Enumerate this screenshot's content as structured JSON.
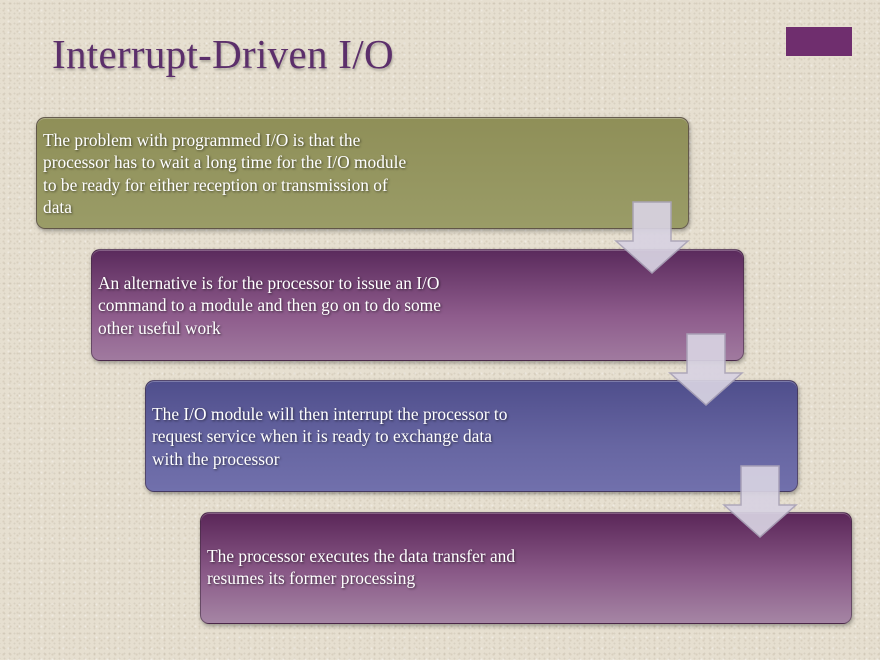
{
  "slide": {
    "title": "Interrupt-Driven I/O",
    "accent_color": "#6f2e6e"
  },
  "steps": [
    {
      "lines": [
        "The problem with programmed I/O is that the",
        "processor has to wait a long time for the I/O module",
        "to be ready for either reception or transmission of",
        "data"
      ],
      "color": "#949660"
    },
    {
      "lines": [
        "An alternative is for the processor to issue an I/O",
        "command to a module and then go on to do some",
        "other useful work"
      ],
      "color": "#8e5c8c"
    },
    {
      "lines": [
        "The I/O module will then interrupt the processor to",
        "request service when it is ready to exchange data",
        "with the processor"
      ],
      "color": "#6766a2"
    },
    {
      "lines": [
        "The processor executes the data transfer and",
        "resumes its former processing"
      ],
      "color": "#8a5a88"
    }
  ],
  "connectors": [
    {
      "icon": "down-arrow-icon",
      "from": 1,
      "to": 2
    },
    {
      "icon": "down-arrow-icon",
      "from": 2,
      "to": 3
    },
    {
      "icon": "down-arrow-icon",
      "from": 3,
      "to": 4
    }
  ]
}
